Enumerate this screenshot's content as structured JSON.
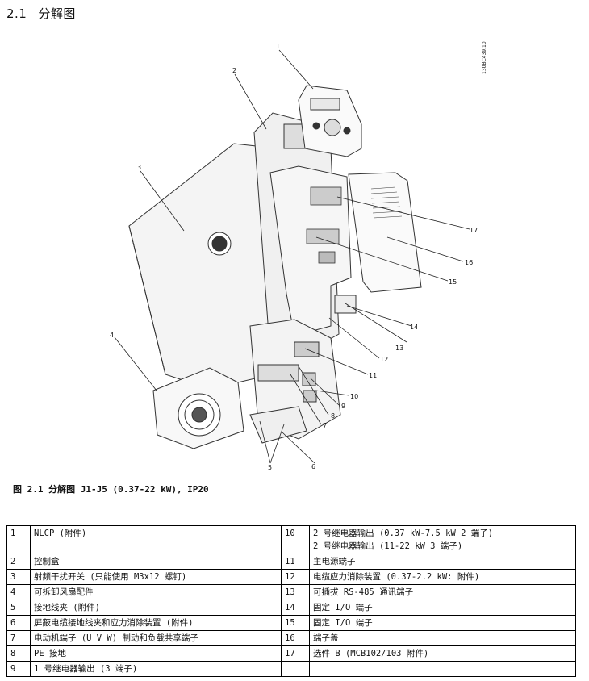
{
  "heading": {
    "number": "2.1",
    "title": "分解图"
  },
  "diagram": {
    "code": "130BC439.10",
    "callouts": [
      "1",
      "2",
      "3",
      "4",
      "5",
      "6",
      "7",
      "8",
      "9",
      "10",
      "11",
      "12",
      "13",
      "14",
      "15",
      "16",
      "17"
    ]
  },
  "caption": "图 2.1 分解图 J1-J5 (0.37-22 kW), IP20",
  "legend": [
    {
      "left_num": "1",
      "left_text": "NLCP (附件)",
      "right_num": "10",
      "right_lines": [
        "2 号继电器输出 (0.37 kW-7.5 kW 2 端子)",
        "2 号继电器输出 (11-22 kW 3 端子)"
      ]
    },
    {
      "left_num": "2",
      "left_text": "控制盒",
      "right_num": "11",
      "right_lines": [
        "主电源端子"
      ]
    },
    {
      "left_num": "3",
      "left_text": "射频干扰开关 (只能使用 M3x12 螺钉)",
      "right_num": "12",
      "right_lines": [
        "电缆应力消除装置 (0.37-2.2 kW: 附件)"
      ]
    },
    {
      "left_num": "4",
      "left_text": "可拆卸风扇配件",
      "right_num": "13",
      "right_lines": [
        "可插拔 RS-485 通讯端子"
      ]
    },
    {
      "left_num": "5",
      "left_text": "接地线夹 (附件)",
      "right_num": "14",
      "right_lines": [
        "固定 I/O 端子"
      ]
    },
    {
      "left_num": "6",
      "left_text": "屏蔽电缆接地线夹和应力消除装置 (附件)",
      "right_num": "15",
      "right_lines": [
        "固定 I/O 端子"
      ]
    },
    {
      "left_num": "7",
      "left_text": "电动机端子 (U V W) 制动和负载共享端子",
      "right_num": "16",
      "right_lines": [
        "端子盖"
      ]
    },
    {
      "left_num": "8",
      "left_text": "PE 接地",
      "right_num": "17",
      "right_lines": [
        "选件 B (MCB102/103 附件)"
      ]
    },
    {
      "left_num": "9",
      "left_text": "1 号继电器输出 (3 端子)",
      "right_num": "",
      "right_lines": [
        ""
      ]
    }
  ]
}
